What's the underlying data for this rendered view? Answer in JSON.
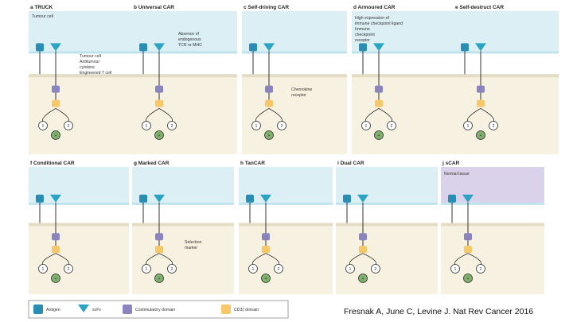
{
  "panels": [
    {
      "title": "a  TRUCK",
      "labels": [
        "Tumour cell",
        "Antitumour",
        "cytokine",
        "Engineered T cell"
      ]
    },
    {
      "title": "b  Universal CAR",
      "labels": [
        "Absence of",
        "endogenous",
        "TCR or MHC"
      ]
    },
    {
      "title": "c  Self-driving CAR",
      "labels": [
        "Chemokine",
        "receptor"
      ]
    },
    {
      "title": "d  Armoured CAR",
      "labels": [
        "High expression of",
        "immune checkpoint ligand",
        "Immune",
        "checkpoint",
        "receptor"
      ]
    },
    {
      "title": "e  Self-destruct CAR",
      "labels": []
    },
    {
      "title": "f  Conditional CAR",
      "labels": []
    },
    {
      "title": "g  Marked CAR",
      "labels": [
        "Selection",
        "marker"
      ]
    },
    {
      "title": "h  TanCAR",
      "labels": []
    },
    {
      "title": "i  Dual CAR",
      "labels": []
    },
    {
      "title": "j  sCAR",
      "labels": [
        "Normal tissue"
      ]
    }
  ],
  "legend": {
    "antigen": "Antigen",
    "scfv": "scFv",
    "costim": "Costimulatory domain",
    "cd3z": "CD3ζ domain"
  },
  "chain_labels": {
    "one": "1",
    "two": "2",
    "plus": "+"
  },
  "citation": "Fresnak A, June C, Levine J. Nat Rev Cancer 2016",
  "colors": {
    "tumour": "#dceff5",
    "membrane": "#bfe3ee",
    "tcell": "#f7f1e1",
    "tcell_membrane": "#e4dcc4",
    "antigen": "#2a8db3",
    "scfv": "#2aa3c4",
    "costim": "#8a85bf",
    "cd3z": "#f6c86a",
    "node": "#7fb06c",
    "red": "#d9534f",
    "grey": "#9aa3a8",
    "normal": "#d9d2ea"
  }
}
